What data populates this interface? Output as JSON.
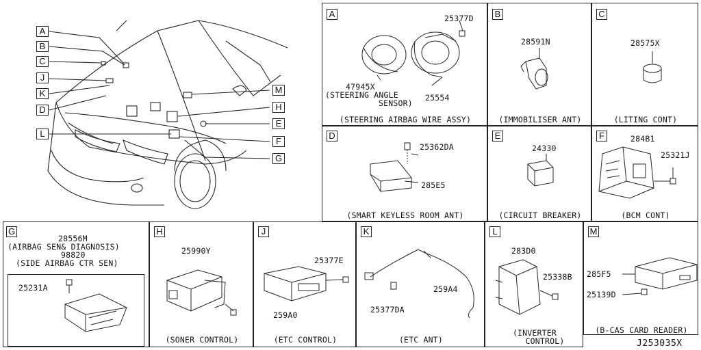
{
  "callouts": [
    "A",
    "B",
    "C",
    "J",
    "K",
    "D",
    "L",
    "M",
    "H",
    "E",
    "F",
    "G"
  ],
  "panels": {
    "A": {
      "letter": "A",
      "parts": [
        "25377D",
        "47945X",
        "25554"
      ],
      "sub": [
        "(STEERING ANGLE",
        "SENSOR)"
      ],
      "caption": "(STEERING AIRBAG WIRE ASSY)"
    },
    "B": {
      "letter": "B",
      "parts": [
        "28591N"
      ],
      "caption": "(IMMOBILISER ANT)"
    },
    "C": {
      "letter": "C",
      "parts": [
        "28575X"
      ],
      "caption": "(LITING CONT)"
    },
    "D": {
      "letter": "D",
      "parts": [
        "25362DA",
        "285E5"
      ],
      "caption": "(SMART KEYLESS ROOM ANT)"
    },
    "E": {
      "letter": "E",
      "parts": [
        "24330"
      ],
      "caption": "(CIRCUIT BREAKER)"
    },
    "F": {
      "letter": "F",
      "parts": [
        "284B1",
        "25321J"
      ],
      "caption": "(BCM CONT)"
    },
    "G": {
      "letter": "G",
      "parts": [
        "28556M",
        "98820",
        "25231A"
      ],
      "sub": [
        "(AIRBAG SEN& DIAGNOSIS)",
        "(SIDE AIRBAG CTR SEN)"
      ]
    },
    "H": {
      "letter": "H",
      "parts": [
        "25990Y"
      ],
      "caption": "(SONER CONTROL)"
    },
    "J": {
      "letter": "J",
      "parts": [
        "25377E",
        "259A0"
      ],
      "caption": "(ETC CONTROL)"
    },
    "K": {
      "letter": "K",
      "parts": [
        "259A4",
        "25377DA"
      ],
      "caption": "(ETC ANT)"
    },
    "L": {
      "letter": "L",
      "parts": [
        "283D0",
        "25338B"
      ],
      "caption": [
        "(INVERTER",
        "CONTROL)"
      ]
    },
    "M": {
      "letter": "M",
      "parts": [
        "285F5",
        "25139D"
      ],
      "caption": "(B-CAS CARD READER)"
    }
  },
  "diagram_id": "J253035X"
}
